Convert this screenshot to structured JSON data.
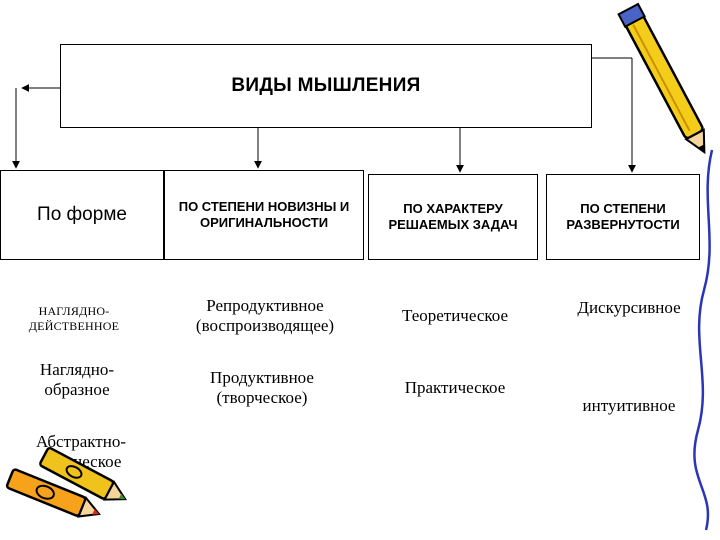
{
  "title": "ВИДЫ МЫШЛЕНИЯ",
  "categories": [
    {
      "header": "По форме",
      "items": [
        "НАГЛЯДНО-ДЕЙСТВЕННОЕ",
        "Наглядно-образное",
        "Абстрактно-логическое"
      ]
    },
    {
      "header": "ПО СТЕПЕНИ НОВИЗНЫ И ОРИГИНАЛЬНОСТИ",
      "items": [
        "Репродуктивное (воспроизводящее)",
        "Продуктивное (творческое)"
      ]
    },
    {
      "header": "ПО ХАРАКТЕРУ РЕШАЕМЫХ ЗАДАЧ",
      "items": [
        "Теоретическое",
        "Практическое"
      ]
    },
    {
      "header": "ПО СТЕПЕНИ РАЗВЕРНУТОСТИ",
      "items": [
        "Дискурсивное",
        "интуитивное"
      ]
    }
  ],
  "icons": [
    "pencil-icon",
    "crayons-icon"
  ]
}
